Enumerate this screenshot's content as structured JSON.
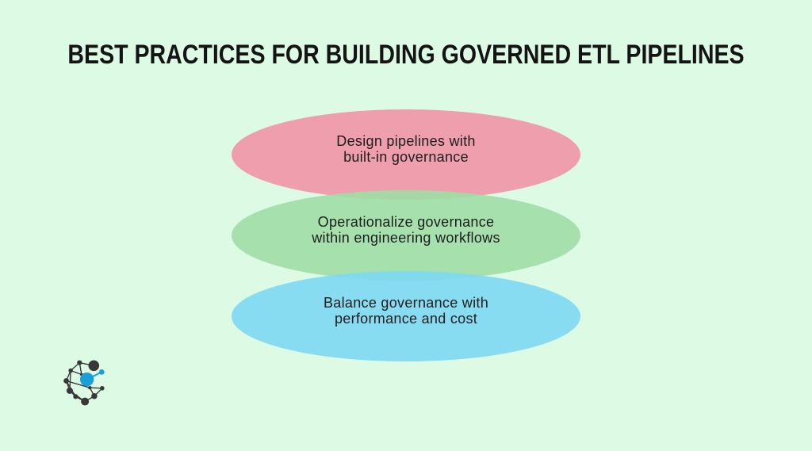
{
  "title": "BEST PRACTICES FOR BUILDING GOVERNED ETL PIPELINES",
  "colors": {
    "background": "#ddfae5",
    "title_text": "#141414",
    "label_text": "#1d1d1d",
    "pink_ellipse": "#ee9dab",
    "green_ellipse": "#a6e0ab",
    "blue_ellipse": "#87dbf2",
    "logo_dark": "#383838",
    "logo_blue": "#189fd7"
  },
  "funnel": {
    "items": [
      {
        "name": "design",
        "color": "#ee9dab",
        "line1": "Design pipelines with",
        "line2": "built-in governance"
      },
      {
        "name": "operationalize",
        "color": "#a6e0ab",
        "line1": "Operationalize governance",
        "line2": "within engineering workflows"
      },
      {
        "name": "balance",
        "color": "#87dbf2",
        "line1": "Balance governance with",
        "line2": "performance and cost"
      }
    ]
  },
  "logo": {
    "icon": "network-graph-logo"
  }
}
